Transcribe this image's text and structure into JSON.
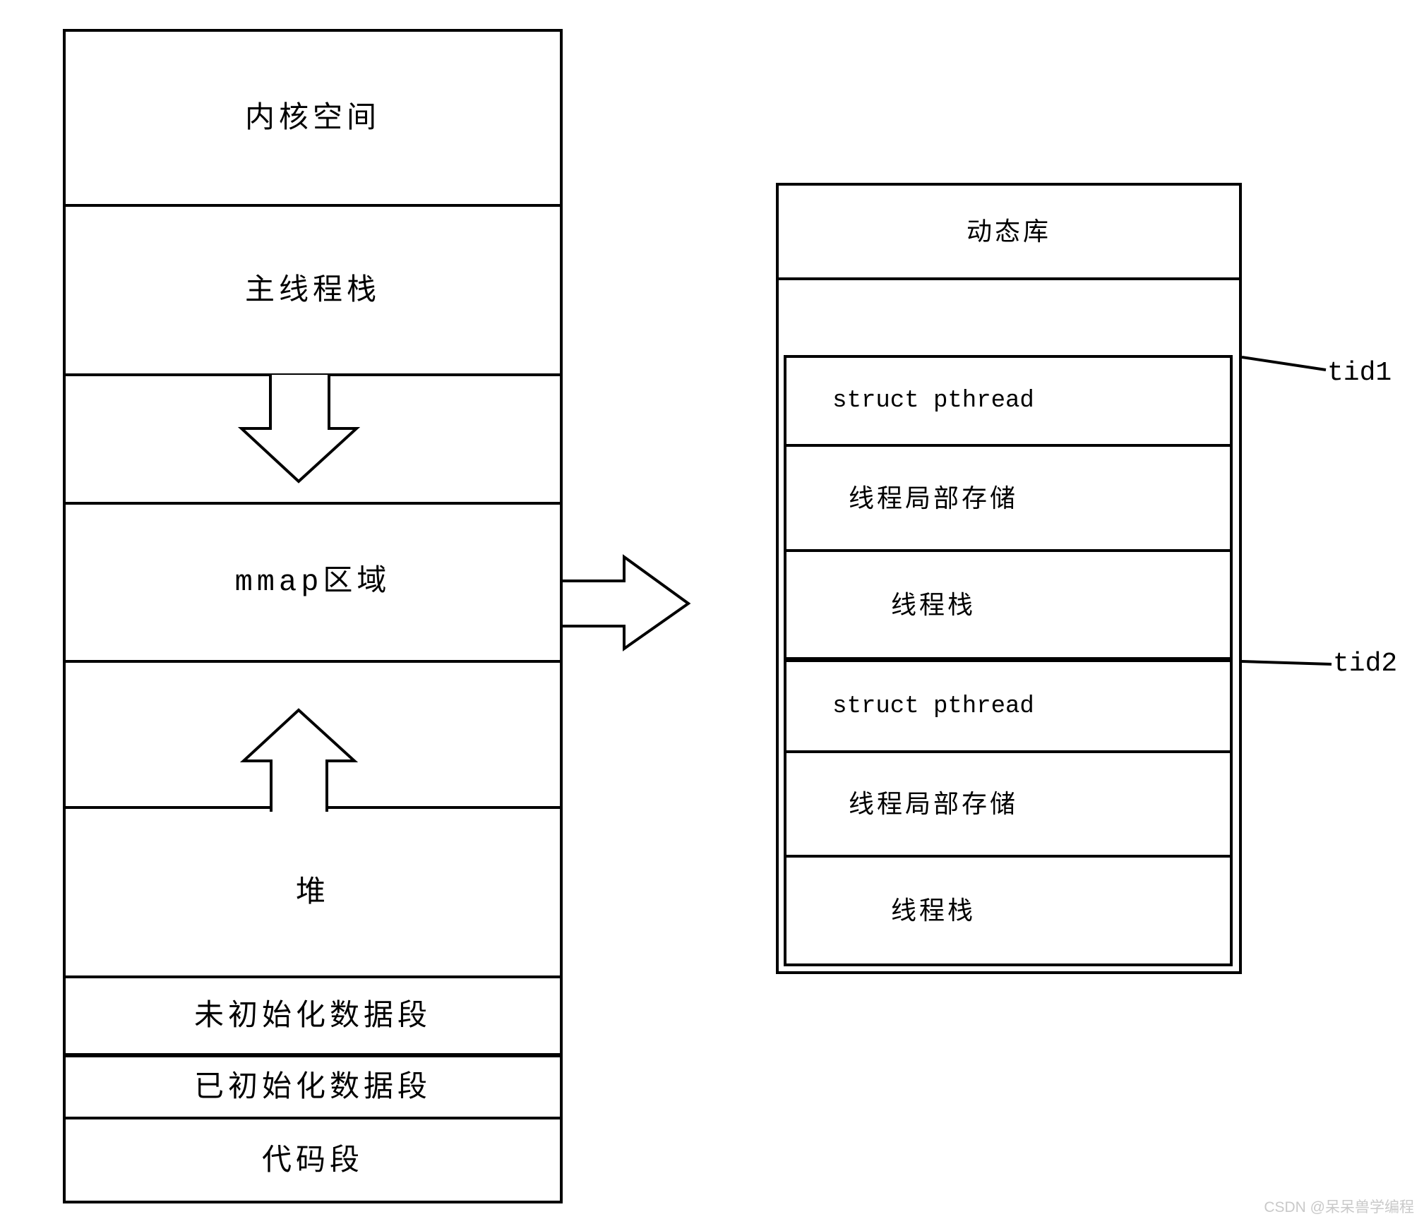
{
  "page": {
    "background": "#ffffff",
    "line_color": "#000000"
  },
  "left_column": {
    "kernel_space": "内核空间",
    "main_thread_stack": "主线程栈",
    "mmap_region": "mmap区域",
    "heap": "堆",
    "uninitialized_data_segment": "未初始化数据段",
    "initialized_data_segment": "已初始化数据段",
    "code_segment": "代码段"
  },
  "right_column": {
    "dynamic_library": "动态库",
    "thread1": {
      "tid_label": "tid1",
      "struct_pthread": "struct pthread",
      "thread_local_storage": "线程局部存储",
      "thread_stack": "线程栈"
    },
    "thread2": {
      "tid_label": "tid2",
      "struct_pthread": "struct pthread",
      "thread_local_storage": "线程局部存储",
      "thread_stack": "线程栈"
    }
  },
  "watermark": {
    "text": "CSDN @呆呆兽学编程",
    "color": "#c9c9c9"
  }
}
